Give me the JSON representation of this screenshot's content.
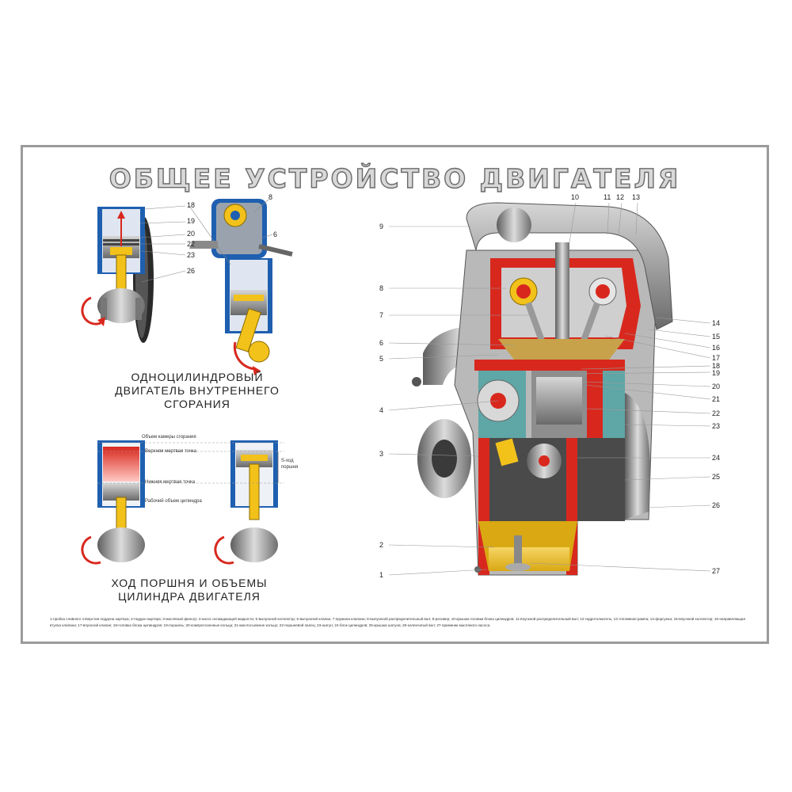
{
  "title": "ОБЩЕЕ УСТРОЙСТВО ДВИГАТЕЛЯ",
  "single_engine_caption": [
    "ОДНОЦИЛИНДРОВЫЙ",
    "ДВИГАТЕЛЬ ВНУТРЕННЕГО",
    "СГОРАНИЯ"
  ],
  "stroke_caption": [
    "ХОД ПОРШНЯ И ОБЪЕМЫ",
    "ЦИЛИНДРА ДВИГАТЕЛЯ"
  ],
  "stroke_labels": {
    "chamber": "Объем камеры сгорания",
    "tdc": "Верхняя мертвая точка",
    "bdc": "Нижняя мертвая точка",
    "working": "Рабочий объем цилиндра",
    "stroke": "S-ход",
    "stroke2": "поршня"
  },
  "small_callouts": [
    "18",
    "19",
    "20",
    "22",
    "23",
    "26",
    "8",
    "6"
  ],
  "main_callouts_left": [
    "9",
    "8",
    "7",
    "6",
    "5",
    "4",
    "3",
    "2",
    "1"
  ],
  "main_callouts_top": [
    "10",
    "11",
    "12",
    "13"
  ],
  "main_callouts_right": [
    "14",
    "15",
    "16",
    "17",
    "18",
    "19",
    "20",
    "21",
    "22",
    "23",
    "24",
    "25",
    "26",
    "27"
  ],
  "legend": "1-пробка сливного отверстия поддона картера; 2-поддон картера; 3-масляный фильтр; 4-насос охлаждающей жидкости; 5-выпускной коллектор; 6-выпускной клапан; 7-пружина клапана; 8-выпускной распределительный вал; 9-ресивер; 10-крышка головки блока цилиндров; 11-впускной распределительный вал; 12-гидротолкатель; 13-топливная рампа; 14-форсунка; 15-впускной коллектор; 16-направляющая втулка клапана; 17-впускной клапан; 18-головка блока цилиндров; 19-поршень; 20-компрессионные кольца; 21-маслосъемное кольцо; 22-поршневой палец; 23-шатун; 24-блок цилиндров; 25-крышка шатуна; 26-коленчатый вал; 27-приемник масляного насоса.",
  "colors": {
    "accent_red": "#d8281e",
    "blue": "#1f5fb0",
    "yellow": "#f2c21b",
    "gray": "#8a8a8a"
  }
}
